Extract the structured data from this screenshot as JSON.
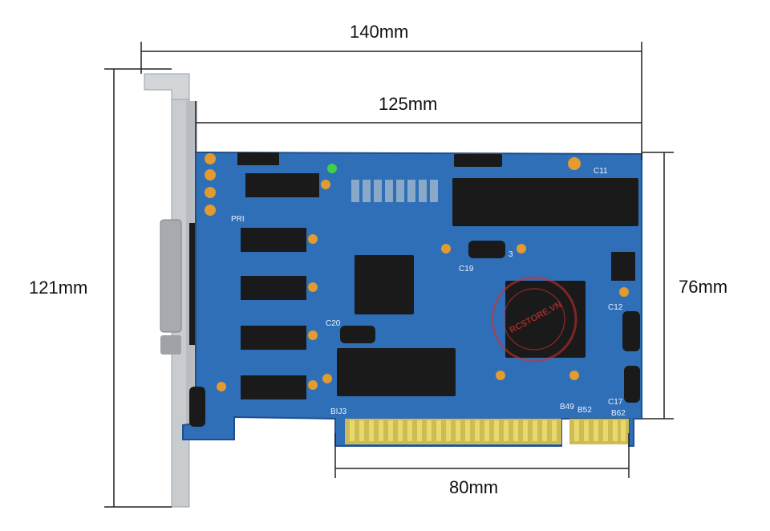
{
  "dimensions": {
    "overall_width": "140mm",
    "board_width": "125mm",
    "overall_height": "121mm",
    "board_height": "76mm",
    "connector_width": "80mm"
  },
  "board": {
    "silkscreen": [
      "C11",
      "C19",
      "C12",
      "C20",
      "C17",
      "BIJ3",
      "B49",
      "B52",
      "B62",
      "PRI",
      "3"
    ],
    "watermark": "RCSTORE.VN"
  },
  "colors": {
    "pcb": "#2f6fb8",
    "pcb_dark": "#1f4f8c",
    "gold": "#d9c24a",
    "bracket": "#c9cccf",
    "chip": "#1a1a1a",
    "capacitor": "#e39a2e",
    "dimension_line": "#222222"
  }
}
